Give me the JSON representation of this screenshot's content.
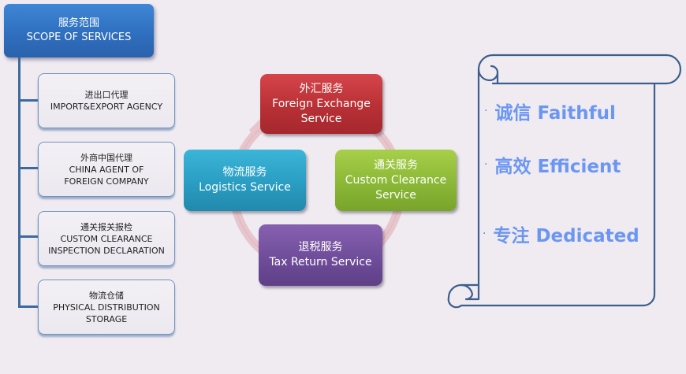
{
  "scope": {
    "title_cn": "服务范围",
    "title_en": "SCOPE OF SERVICES"
  },
  "scope_items": [
    {
      "cn": "进出口代理",
      "en": [
        "IMPORT&EXPORT AGENCY"
      ]
    },
    {
      "cn": "外商中国代理",
      "en": [
        "CHINA AGENT OF",
        "FOREIGN COMPANY"
      ]
    },
    {
      "cn": "通关报关报检",
      "en": [
        "CUSTOM CLEARANCE",
        "INSPECTION DECLARATION"
      ]
    },
    {
      "cn": "物流仓储",
      "en": [
        "PHYSICAL DISTRIBUTION",
        "STORAGE"
      ]
    }
  ],
  "services": {
    "foreign_exchange": {
      "cn": "外汇服务",
      "en1": "Foreign Exchange",
      "en2": "Service",
      "color": "#b83035"
    },
    "custom_clearance": {
      "cn": "通关服务",
      "en1": "Custom Clearance",
      "en2": "Service",
      "color": "#8bb836"
    },
    "tax_return": {
      "cn": "退税服务",
      "en1": "Tax Return Service",
      "color": "#6f4d9a"
    },
    "logistics": {
      "cn": "物流服务",
      "en1": "Logistics Service",
      "color": "#2a9dc2"
    }
  },
  "values": [
    {
      "bullet": "·",
      "text": "诚信 Faithful"
    },
    {
      "bullet": "·",
      "text": "高效 Efficient"
    },
    {
      "bullet": "·",
      "text": "专注 Dedicated"
    }
  ],
  "colors": {
    "background": "#efebf1",
    "scope_header": "#2f6fbf",
    "tree_line": "#3d6a9e",
    "value_text": "#6b96f2",
    "scroll_outline": "#3d5f8c"
  }
}
